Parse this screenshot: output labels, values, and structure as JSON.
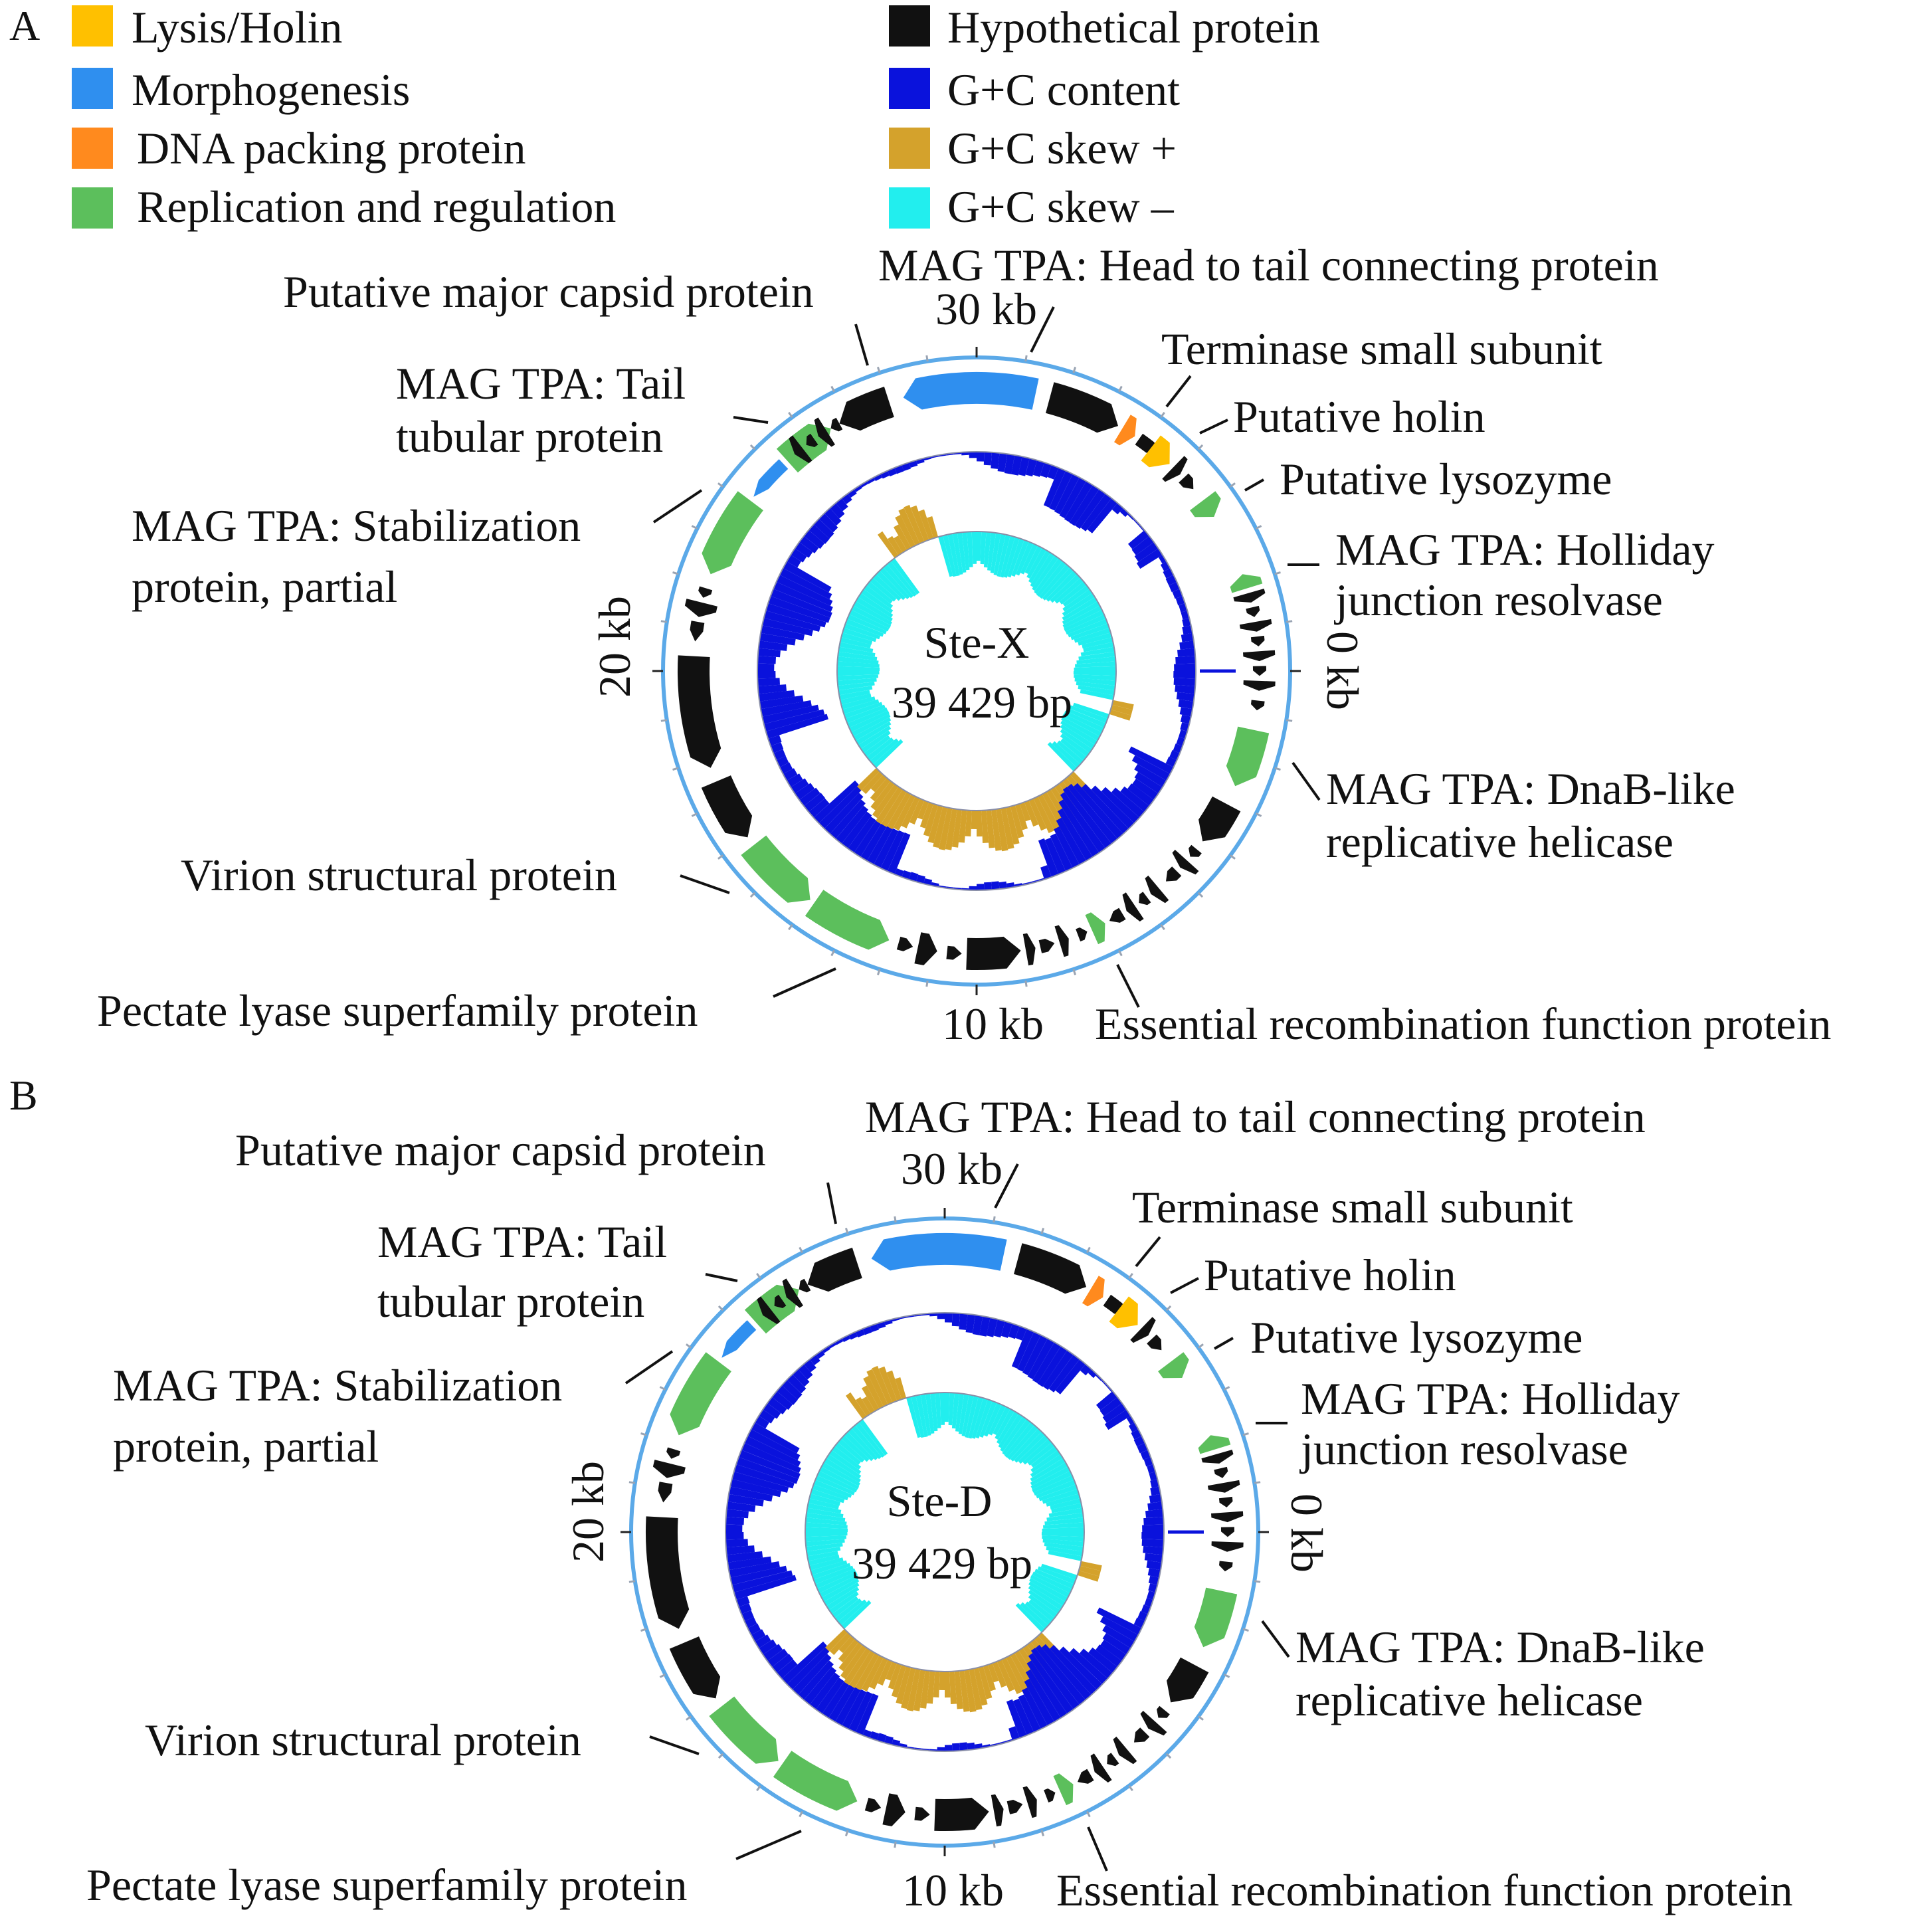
{
  "colors": {
    "lysis_holin": "#FFC000",
    "morphogenesis": "#2F8FEF",
    "dna_packing": "#FF8A1E",
    "replication": "#5CBF5C",
    "hypothetical": "#111111",
    "gc_content": "#0A12DC",
    "gc_skew_plus": "#D4A22C",
    "gc_skew_minus": "#22EEEE",
    "backbone": "#5BA9E8"
  },
  "legend": [
    {
      "label": "Lysis/Holin",
      "color_key": "lysis_holin",
      "icon": "legend-square"
    },
    {
      "label": "Morphogenesis",
      "color_key": "morphogenesis",
      "icon": "legend-square"
    },
    {
      "label": "DNA packing protein",
      "color_key": "dna_packing",
      "icon": "legend-square"
    },
    {
      "label": "Replication and regulation",
      "color_key": "replication",
      "icon": "legend-square"
    },
    {
      "label": "Hypothetical protein",
      "color_key": "hypothetical",
      "icon": "legend-square"
    },
    {
      "label": "G+C content",
      "color_key": "gc_content",
      "icon": "legend-square"
    },
    {
      "label": "G+C skew +",
      "color_key": "gc_skew_plus",
      "icon": "legend-square"
    },
    {
      "label": "G+C skew –",
      "color_key": "gc_skew_minus",
      "icon": "legend-square"
    }
  ],
  "panels": [
    {
      "letter": "A",
      "name": "Ste-X",
      "length": "39 429 bp",
      "scale_labels": {
        "zero": "0 kb",
        "ten": "10 kb",
        "twenty": "20 kb",
        "thirty": "30 kb"
      },
      "callouts": [
        {
          "lines": [
            "Putative major capsid protein"
          ]
        },
        {
          "lines": [
            "MAG TPA: Head to tail connecting protein"
          ]
        },
        {
          "lines": [
            "Terminase small subunit"
          ]
        },
        {
          "lines": [
            "Putative holin"
          ]
        },
        {
          "lines": [
            "Putative lysozyme"
          ]
        },
        {
          "lines": [
            "MAG TPA: Holliday",
            "junction resolvase"
          ]
        },
        {
          "lines": [
            "MAG TPA: DnaB-like",
            "replicative helicase"
          ]
        },
        {
          "lines": [
            "Essential recombination function protein"
          ]
        },
        {
          "lines": [
            "Pectate lyase superfamily protein"
          ]
        },
        {
          "lines": [
            "Virion structural protein"
          ]
        },
        {
          "lines": [
            "MAG TPA: Stabilization",
            "protein, partial"
          ]
        },
        {
          "lines": [
            "MAG TPA: Tail",
            "tubular protein"
          ]
        }
      ]
    },
    {
      "letter": "B",
      "name": "Ste-D",
      "length": "39 429 bp",
      "scale_labels": {
        "zero": "0 kb",
        "ten": "10 kb",
        "twenty": "20 kb",
        "thirty": "30 kb"
      },
      "callouts": [
        {
          "lines": [
            "Putative major capsid protein"
          ]
        },
        {
          "lines": [
            "MAG TPA: Head to tail connecting protein"
          ]
        },
        {
          "lines": [
            "Terminase small subunit"
          ]
        },
        {
          "lines": [
            "Putative holin"
          ]
        },
        {
          "lines": [
            "Putative lysozyme"
          ]
        },
        {
          "lines": [
            "MAG TPA: Holliday",
            "junction resolvase"
          ]
        },
        {
          "lines": [
            "MAG TPA: DnaB-like",
            "replicative helicase"
          ]
        },
        {
          "lines": [
            "Essential recombination function protein"
          ]
        },
        {
          "lines": [
            "Pectate lyase superfamily protein"
          ]
        },
        {
          "lines": [
            "Virion structural protein"
          ]
        },
        {
          "lines": [
            "MAG TPA: Stabilization",
            "protein, partial"
          ]
        },
        {
          "lines": [
            "MAG TPA: Tail",
            "tubular protein"
          ]
        }
      ]
    }
  ]
}
